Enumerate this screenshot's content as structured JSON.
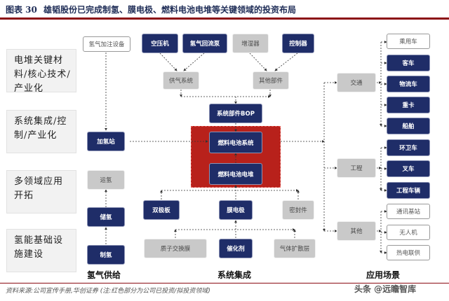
{
  "header": {
    "figure_label": "图表 30",
    "title": "雄韬股份已完成制氢、膜电极、燃料电池电堆等关键领域的投资布局"
  },
  "categories": [
    "电堆关键材料/核心技术/产业化",
    "系统集成/控制/产业化",
    "多领域应用开拓",
    "氢能基础设施建设"
  ],
  "hydrogen_column": {
    "label": "氢气供给",
    "items": [
      "氢气加注设备",
      "加氢站",
      "运氢",
      "储氢",
      "制氢"
    ]
  },
  "system_column": {
    "label": "系统集成",
    "top_components": [
      "空压机",
      "氢气回流泵",
      "增湿器",
      "控制器"
    ],
    "mid_components": [
      "供气系统",
      "其他部件"
    ],
    "bop": "系统部件BOP",
    "fc_system": "燃料电池系统",
    "fc_stack": "燃料电池电堆",
    "stack_parts": [
      "双极板",
      "膜电极",
      "密封件"
    ],
    "mea_parts": [
      "质子交换膜",
      "催化剂",
      "气体扩散层"
    ]
  },
  "application_column": {
    "label": "应用场景",
    "groups": [
      {
        "name": "交通",
        "items": [
          "乘用车",
          "客车",
          "物流车",
          "重卡",
          "船舶"
        ]
      },
      {
        "name": "工程",
        "items": [
          "环卫车",
          "叉车",
          "工程车辆"
        ]
      },
      {
        "name": "其他",
        "items": [
          "通讯基站",
          "无人机",
          "热电联供"
        ]
      }
    ]
  },
  "footer": {
    "source": "资料来源:公司宣传手册,华创证券 (注:红色部分为公司已投资/拟投资领域)",
    "watermark": "头条 @远瞻智库"
  }
}
